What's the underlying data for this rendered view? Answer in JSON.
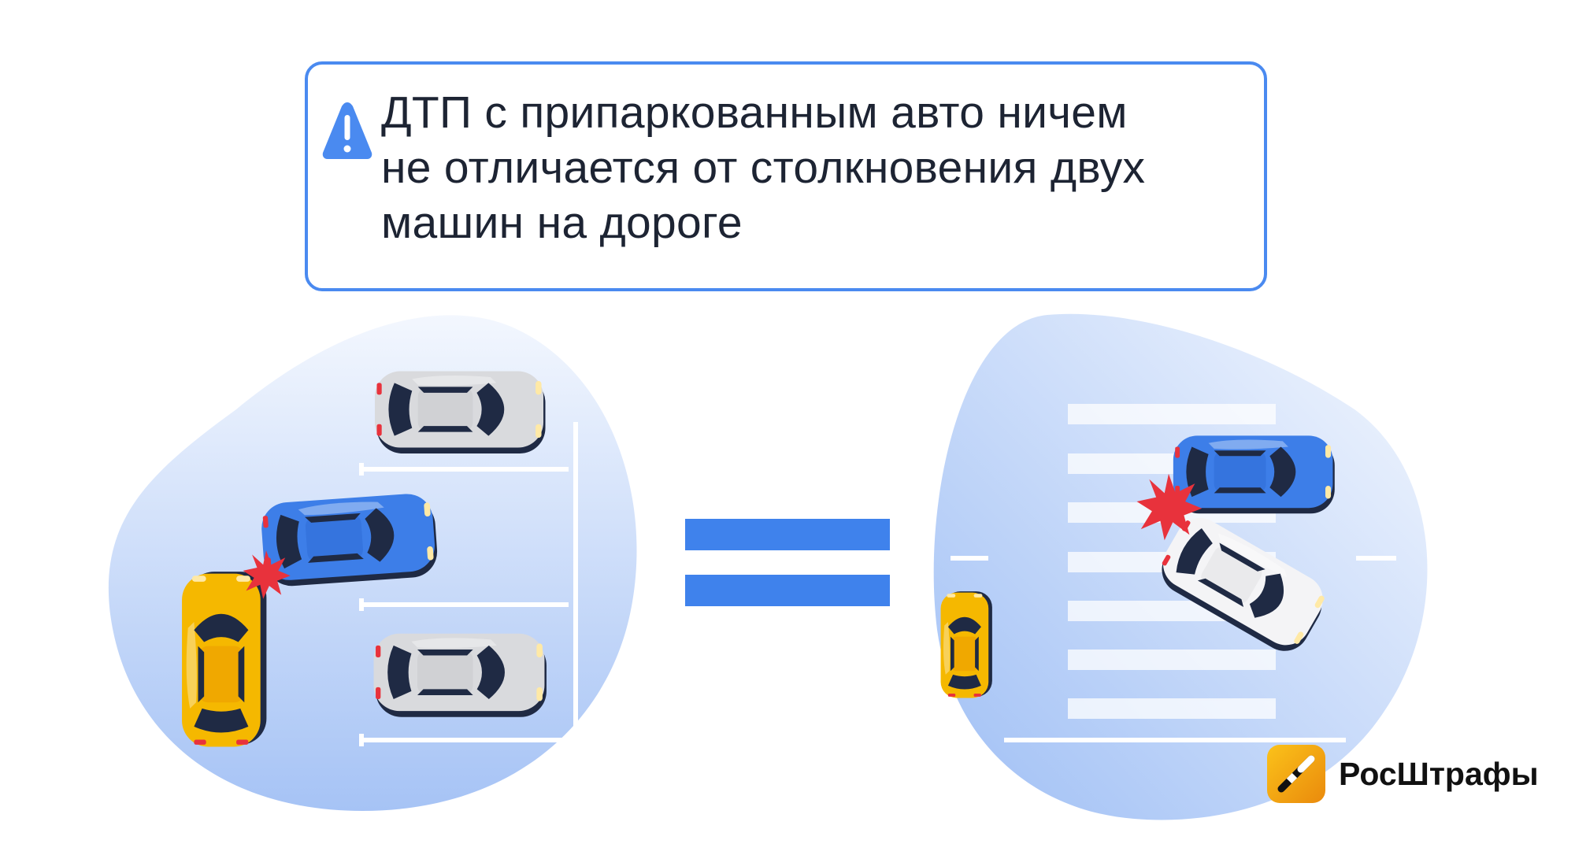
{
  "callout": {
    "icon": "warning-triangle-icon",
    "lines": [
      "ДТП с припаркованным авто ничем",
      "не отличается от столкновения двух",
      "машин на дороге"
    ]
  },
  "brand": {
    "name": "РосШтрафы",
    "icon": "baton-logo-icon"
  },
  "colors": {
    "accent": "#4a8af0",
    "blob": "#aac6f6",
    "yellow": "#f5b800",
    "red": "#e8323c"
  }
}
